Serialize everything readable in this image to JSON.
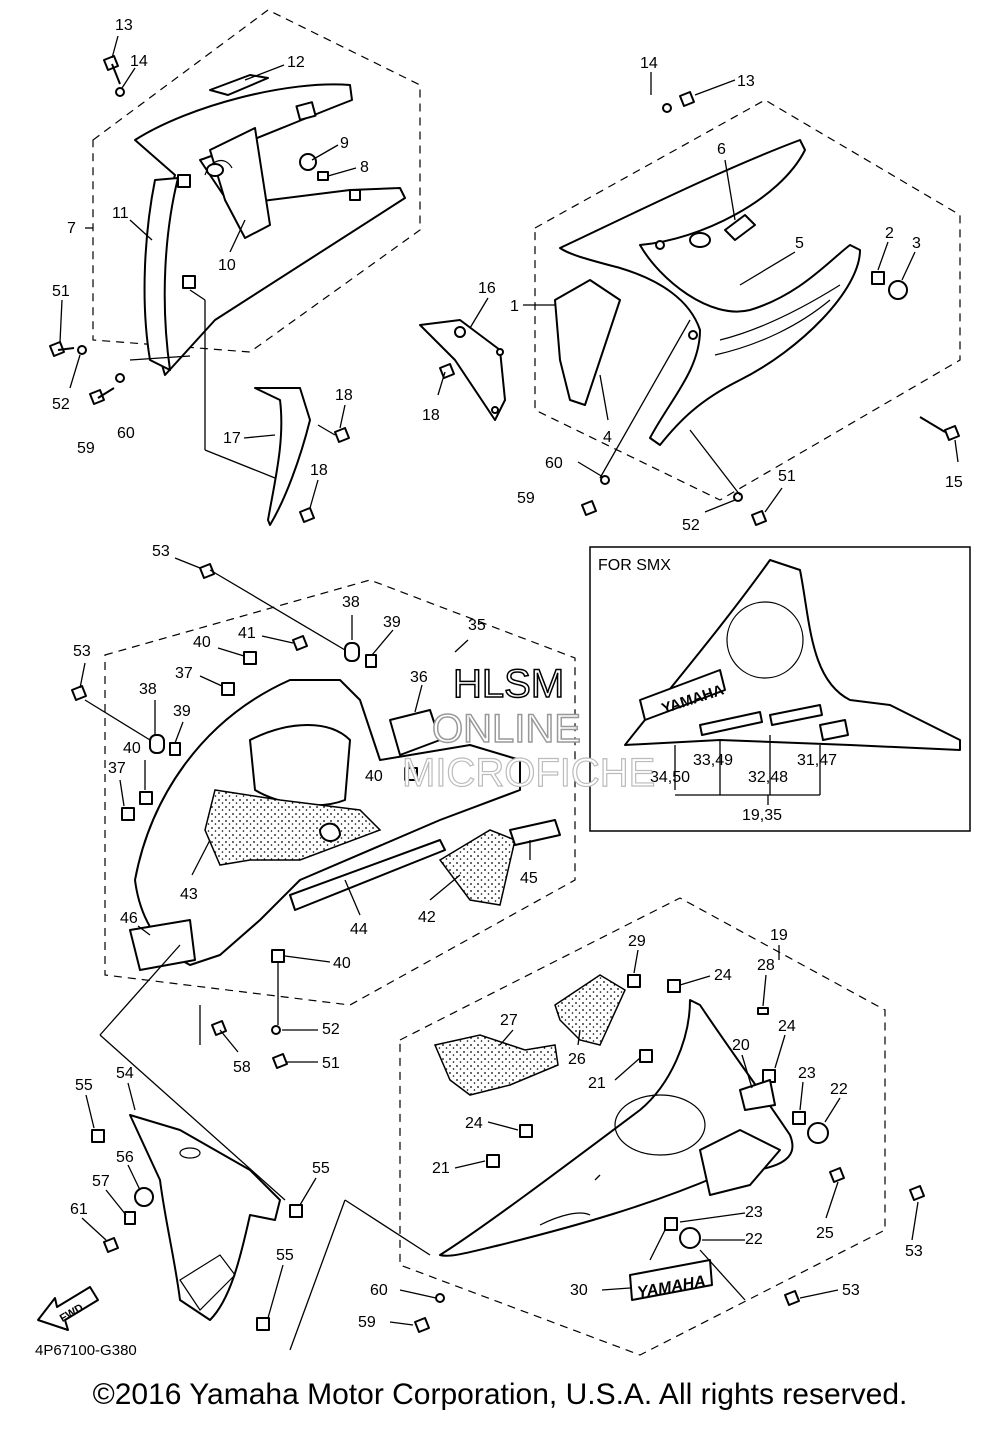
{
  "diagram_code": "4P67100-G380",
  "copyright": "©2016 Yamaha Motor Corporation, U.S.A. All rights reserved.",
  "watermark": [
    "HLSM",
    "ONLINE",
    "MICROFICHE"
  ],
  "inset": {
    "title": "FOR SMX",
    "decal_text": "YAMAHA",
    "refs": [
      "33,49",
      "32,48",
      "31,47",
      "34,50",
      "19,35"
    ]
  },
  "fwd_label": "FWD",
  "bottom_decal_text": "YAMAHA",
  "callouts": {
    "c13a": "13",
    "c14a": "14",
    "c12": "12",
    "c9": "9",
    "c8": "8",
    "c7": "7",
    "c11": "11",
    "c10": "10",
    "c51a": "51",
    "c52a": "52",
    "c59a": "59",
    "c60a": "60",
    "c14b": "14",
    "c13b": "13",
    "c6": "6",
    "c5": "5",
    "c2": "2",
    "c3": "3",
    "c16": "16",
    "c1": "1",
    "c18a": "18",
    "c18b": "18",
    "c18c": "18",
    "c17": "17",
    "c4": "4",
    "c15": "15",
    "c60b": "60",
    "c59b": "59",
    "c52b": "52",
    "c51b": "51",
    "c53a": "53",
    "c53b": "53",
    "c38a": "38",
    "c39a": "39",
    "c35": "35",
    "c40a": "40",
    "c41": "41",
    "c37a": "37",
    "c36": "36",
    "c38b": "38",
    "c39b": "39",
    "c40b": "40",
    "c40c": "40",
    "c37b": "37",
    "c43": "43",
    "c44": "44",
    "c42": "42",
    "c45": "45",
    "c46": "46",
    "c40d": "40",
    "c52c": "52",
    "c58": "58",
    "c51c": "51",
    "c29": "29",
    "c24a": "24",
    "c19": "19",
    "c28": "28",
    "c27": "27",
    "c26": "26",
    "c21a": "21",
    "c20": "20",
    "c24b": "24",
    "c23a": "23",
    "c22a": "22",
    "c24c": "24",
    "c21b": "21",
    "c25": "25",
    "c53c": "53",
    "c23b": "23",
    "c22b": "22",
    "c30": "30",
    "c53d": "53",
    "c60c": "60",
    "c59c": "59",
    "c55a": "55",
    "c54": "54",
    "c56": "56",
    "c57": "57",
    "c61": "61",
    "c55b": "55",
    "c55c": "55"
  }
}
